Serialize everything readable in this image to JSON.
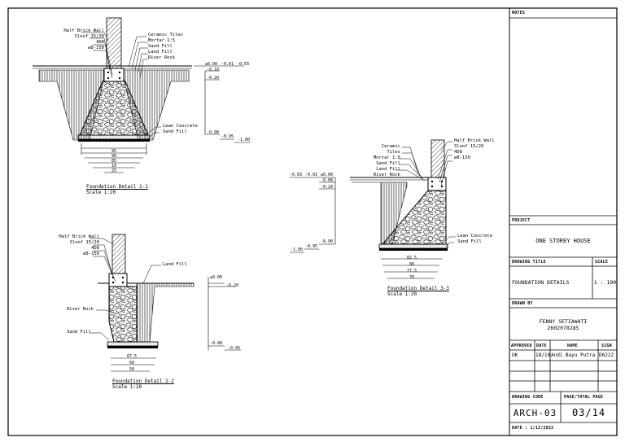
{
  "title_block": {
    "notes_label": "NOTES",
    "project_label": "PROJECT",
    "project_name": "ONE STOREY HOUSE",
    "drawing_title_label": "DRAWING TITLE",
    "scale_label": "SCALE",
    "drawing_title": "FOUNDATION DETAILS",
    "scale_value": "1 : 100",
    "drawn_by_label": "DRAWN BY",
    "drawn_by_name": "FENNY SETIAWATI",
    "drawn_by_id": "2602078285",
    "approval_headers": [
      "APPROVED",
      "DATE",
      "NAME",
      "SIGN"
    ],
    "approval_row": [
      "OK",
      "18/10",
      "Andi Bayu Putra",
      "D6222"
    ],
    "drawing_code_label": "DRAWING CODE",
    "page_label": "PAGE/TOTAL PAGE",
    "drawing_code": "ARCH-03",
    "page": "03/14",
    "date": "DATE : 1/12/2022"
  },
  "detail_1": {
    "labels": [
      "Half Brick Wall",
      "Sloof 15/20",
      "4D8",
      "ø8-150",
      "Ceramic Tiles",
      "Mortar 1:5",
      "Sand Fill",
      "Land Fill",
      "River Rock",
      "Lean Concrete",
      "Sand Fill"
    ],
    "levels": [
      "±0.00",
      "-0.01",
      "-0.03",
      "-0.10",
      "-0.20",
      "-0.90",
      "-0.95",
      "-1.00"
    ],
    "dims": [
      "95",
      "90",
      "85",
      "10",
      "25"
    ],
    "caption": "Foundation Detail 1-1",
    "scale": "Scale 1:20"
  },
  "detail_2": {
    "labels": [
      "Half Brick Wall",
      "Sloof 15/20",
      "4D8",
      "ø8-150",
      "Land Fill",
      "River Rock",
      "Sand Fill"
    ],
    "levels": [
      "±0.00",
      "-0.20",
      "-0.90",
      "-0.95"
    ],
    "dims": [
      "67.5",
      "60",
      "50"
    ],
    "caption": "Foundation Detail 2-2",
    "scale": "Scale 1:20"
  },
  "detail_3": {
    "labels": [
      "Ceramic Tiles",
      "Mortar 1:5",
      "Sand Fill",
      "Land Fill",
      "River Rock",
      "Half Brick Wall",
      "Sloof 15/20",
      "4D8",
      "ø8-150",
      "Lean Concrete",
      "Sand Fill"
    ],
    "levels": [
      "-0.03",
      "-0.01",
      "±0.00",
      "-0.08",
      "-0.20",
      "-0.90",
      "-0.95",
      "-1.00"
    ],
    "dims": [
      "82.5",
      "80",
      "77.5",
      "70"
    ],
    "caption": "Foundation Detail 3-3",
    "scale": "Scale 1:20"
  }
}
